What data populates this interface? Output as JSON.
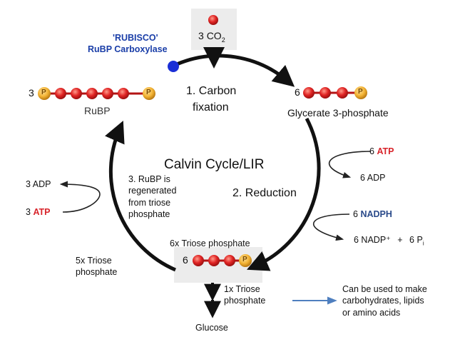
{
  "co2": {
    "coefficient": "3",
    "formula": "CO",
    "subscript": "2"
  },
  "enzyme": {
    "name": "'RUBISCO'",
    "full_name": "RuBP Carboxylase"
  },
  "rubp": {
    "coefficient": "3",
    "label": "RuBP",
    "phosphate": "P"
  },
  "glycerate": {
    "coefficient": "6",
    "label": "Glycerate 3-phosphate"
  },
  "center_title": "Calvin Cycle/LIR",
  "steps": {
    "fixation_line1": "1. Carbon",
    "fixation_line2": "fixation",
    "reduction": "2.  Reduction",
    "regeneration": [
      "3. RuBP is",
      "regenerated",
      "from triose",
      "phosphate"
    ]
  },
  "reduction_inputs": {
    "atp_coef": "6",
    "atp": "ATP",
    "adp": "6 ADP",
    "nadph_coef": "6",
    "nadph": "NADPH",
    "nadp": "6 NADP⁺",
    "plus": "+",
    "pi": "6 P",
    "pi_sub": "i"
  },
  "regeneration_inputs": {
    "adp": "3 ADP",
    "atp_coef": "3",
    "atp": "ATP"
  },
  "triose": {
    "title": "6x Triose phosphate",
    "coefficient": "6",
    "five_x": [
      "5x Triose",
      "phosphate"
    ],
    "one_x": [
      "1x Triose",
      "phosphate"
    ],
    "glucose": "Glucose",
    "uses": [
      "Can be used to make",
      "carbohydrates, lipids",
      "or amino acids"
    ]
  },
  "colors": {
    "carbon": "#e02424",
    "phosphate": "#f2b233",
    "enzyme": "#1a2fd6",
    "arrow_blue": "#4f7fbf"
  }
}
